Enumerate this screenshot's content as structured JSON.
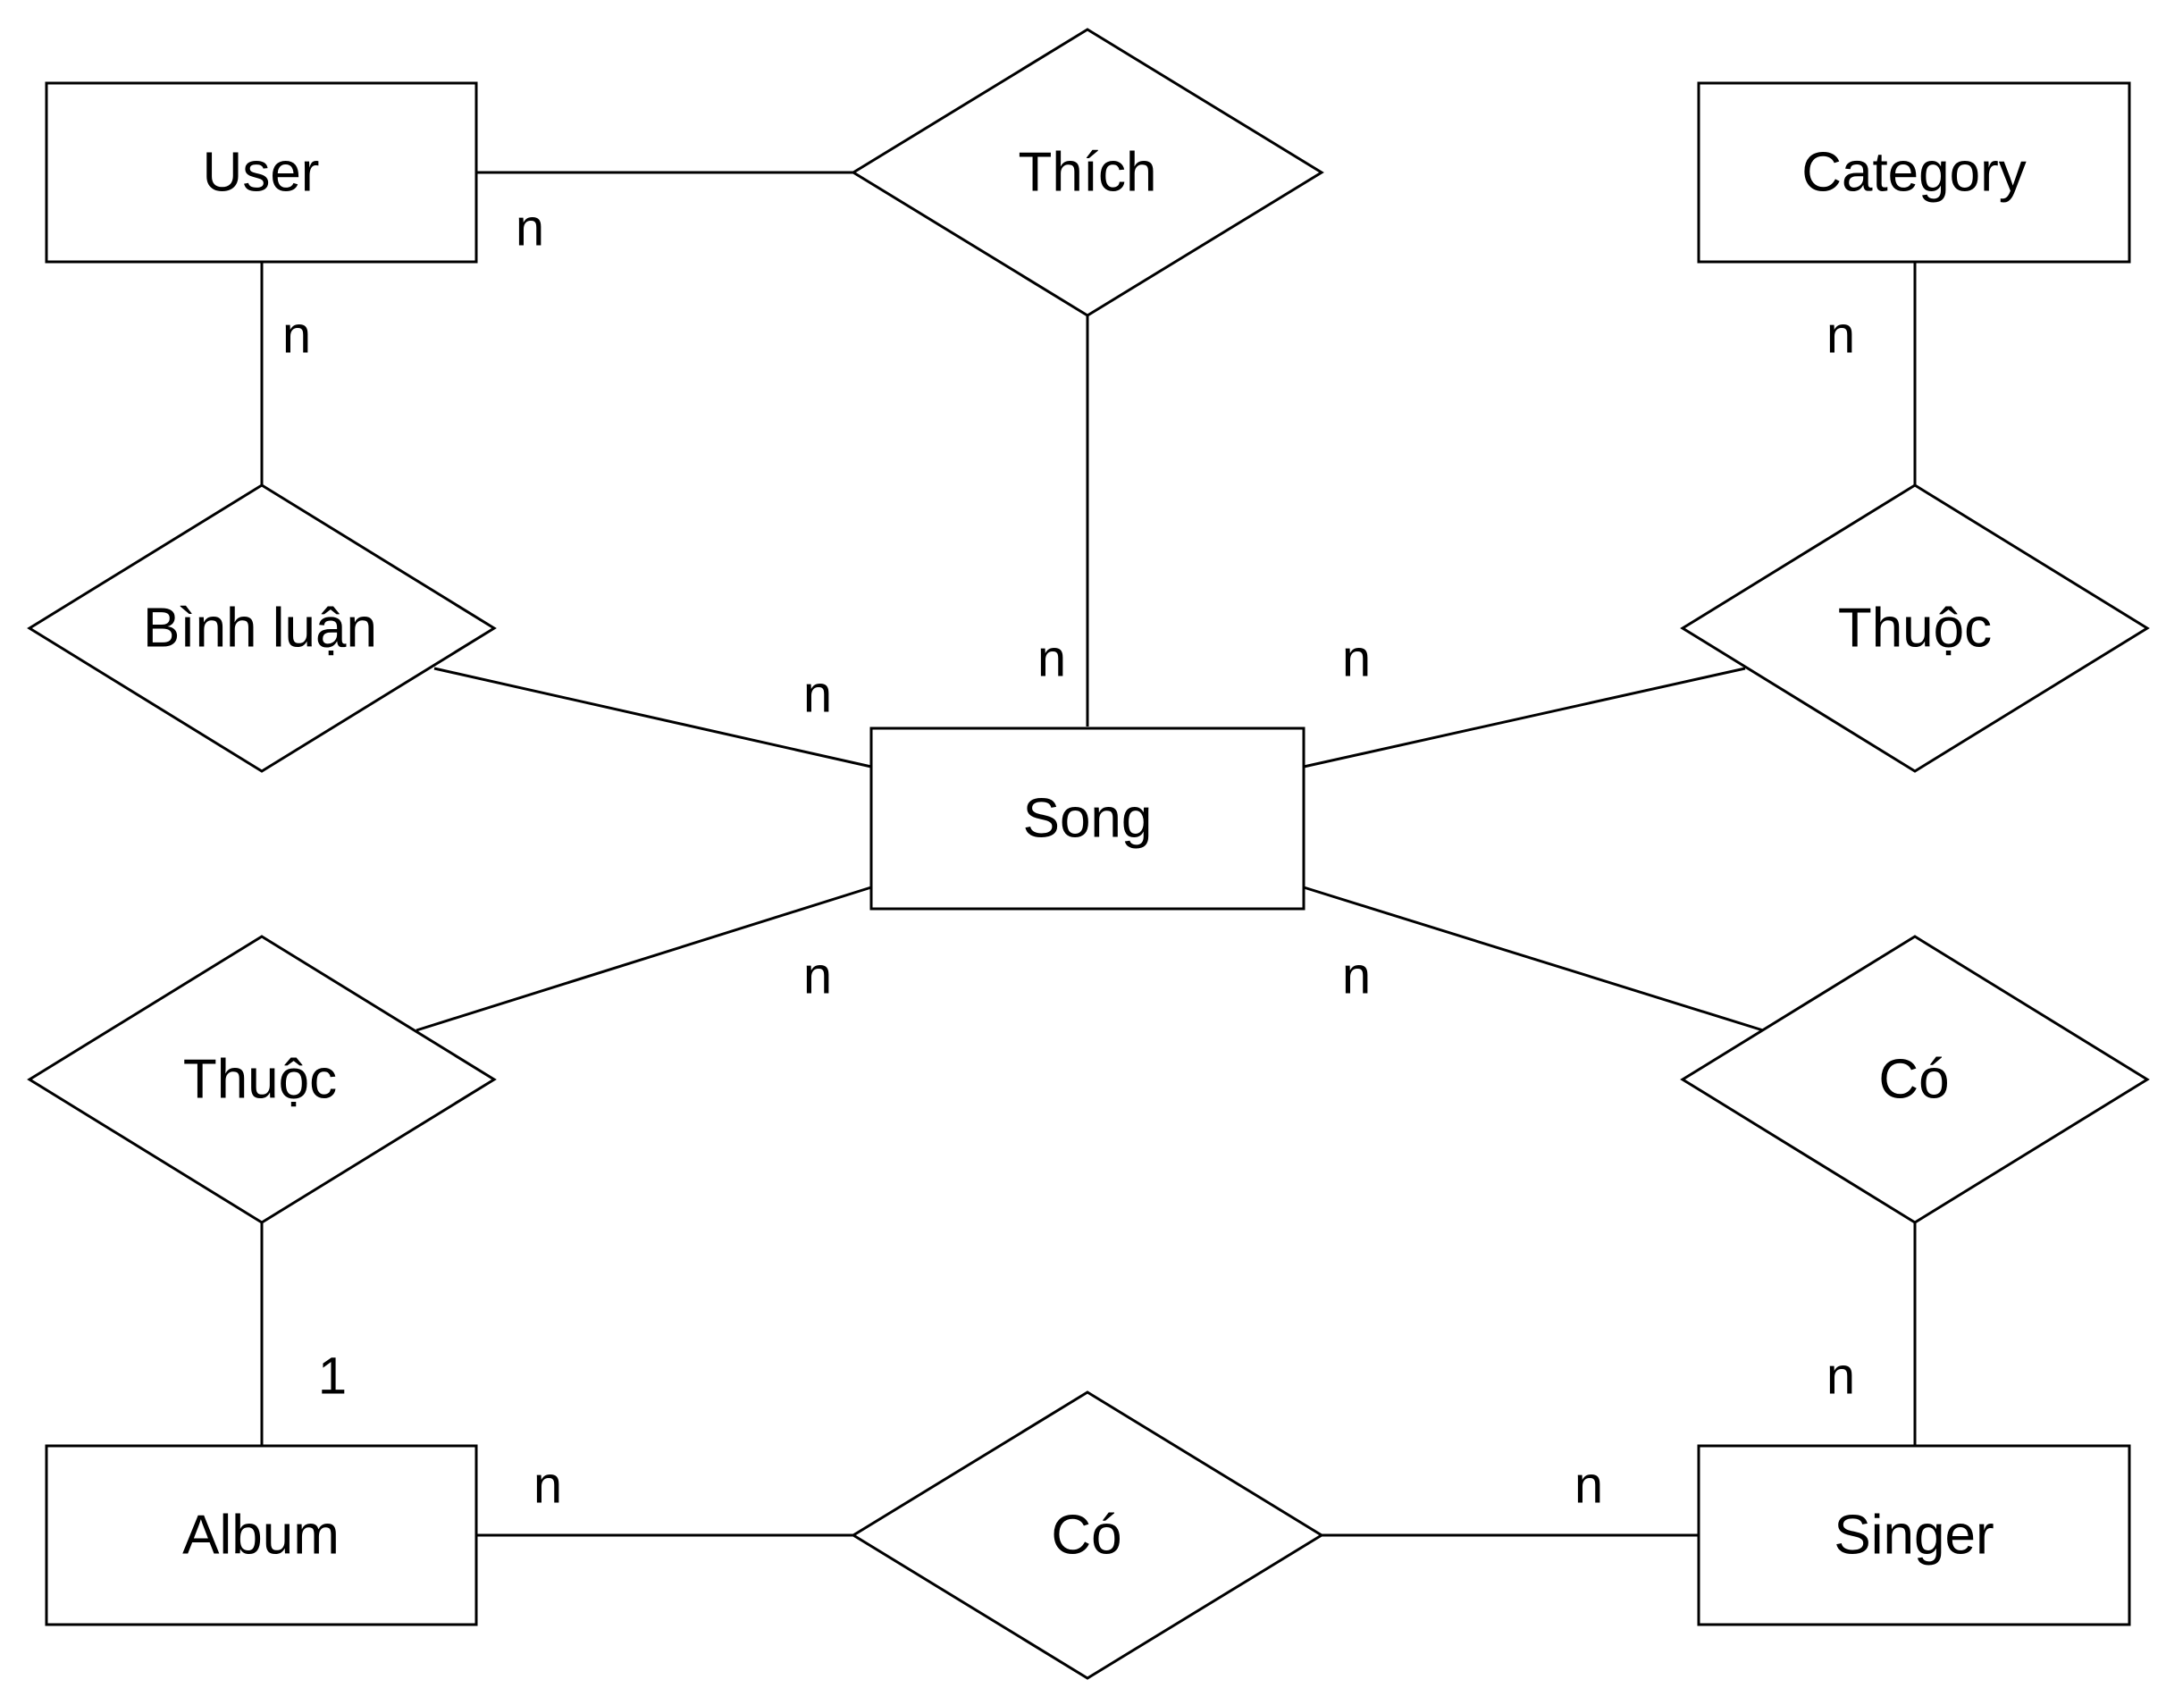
{
  "entities": {
    "user": "User",
    "category": "Category",
    "song": "Song",
    "album": "Album",
    "singer": "Singer"
  },
  "relationships": {
    "thich": "Thích",
    "binh_luan": "Bình luận",
    "thuoc_category": "Thuộc",
    "thuoc_album": "Thuộc",
    "co_singer": "Có",
    "co_album_singer": "Có"
  },
  "cardinalities": {
    "user_thich": "n",
    "user_binh_luan": "n",
    "song_thich": "n",
    "song_binh_luan": "n",
    "song_thuoc_category": "n",
    "category_thuoc": "n",
    "song_thuoc_album": "n",
    "song_co_singer": "n",
    "album_thuoc": "1",
    "singer_co": "n",
    "album_co": "n",
    "singer_co_album": "n"
  },
  "colors": {
    "stroke": "#000000",
    "fill": "#ffffff",
    "text": "#000000"
  }
}
